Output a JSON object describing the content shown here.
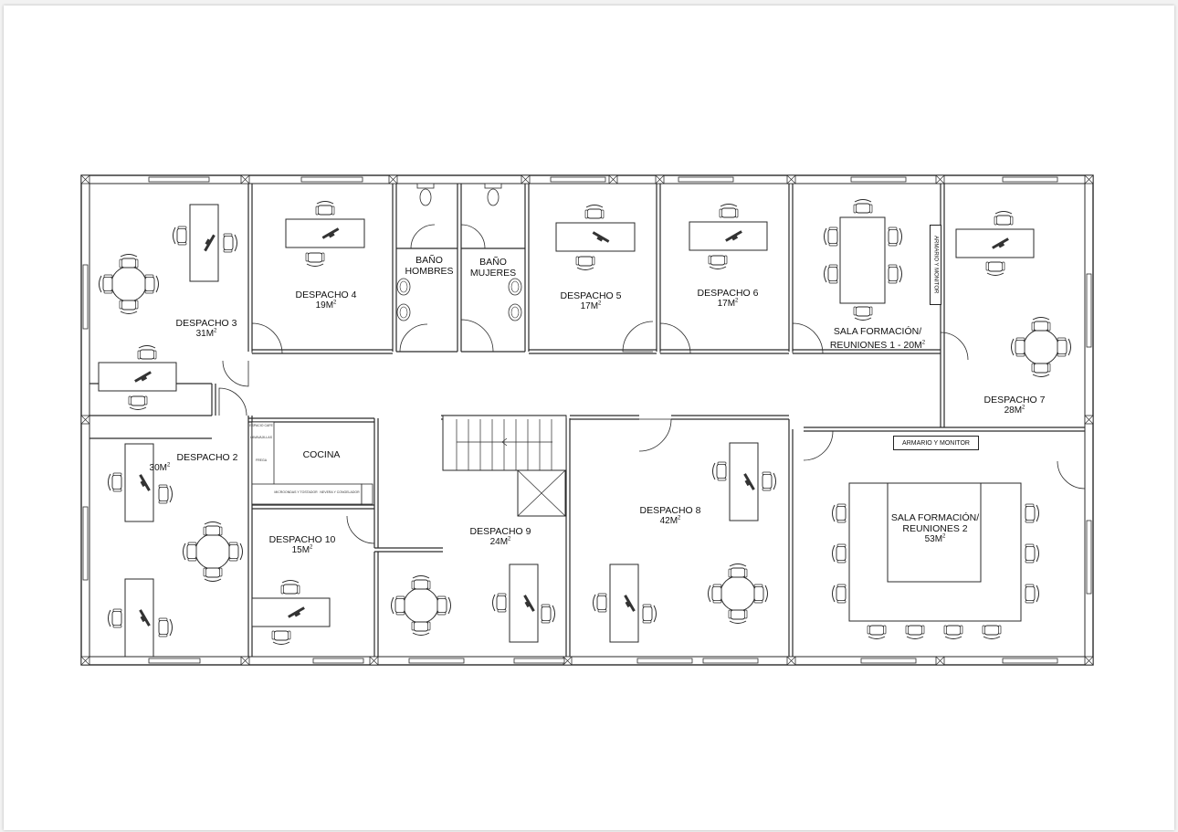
{
  "floor_plan": {
    "rooms": [
      {
        "name": "DESPACHO 3",
        "area": "31M",
        "exp": "2"
      },
      {
        "name": "DESPACHO 4",
        "area": "19M",
        "exp": "2"
      },
      {
        "name": "BAÑO HOMBRES",
        "line1": "BAÑO",
        "line2": "HOMBRES"
      },
      {
        "name": "BAÑO MUJERES",
        "line1": "BAÑO",
        "line2": "MUJERES"
      },
      {
        "name": "DESPACHO 5",
        "area": "17M",
        "exp": "2"
      },
      {
        "name": "DESPACHO 6",
        "area": "17M",
        "exp": "2"
      },
      {
        "name": "SALA FORMACIÓN/",
        "line2": "REUNIONES 1 - 20M",
        "exp": "2"
      },
      {
        "name": "DESPACHO 7",
        "area": "28M",
        "exp": "2"
      },
      {
        "name": "DESPACHO 2",
        "area": "30M",
        "exp": "2"
      },
      {
        "name": "COCINA"
      },
      {
        "name": "DESPACHO 10",
        "area": "15M",
        "exp": "2"
      },
      {
        "name": "DESPACHO 9",
        "area": "24M",
        "exp": "2"
      },
      {
        "name": "DESPACHO 8",
        "area": "42M",
        "exp": "2"
      },
      {
        "name": "SALA FORMACIÓN/",
        "line2": "REUNIONES 2",
        "area": "53M",
        "exp": "2"
      }
    ],
    "labels": {
      "armario_monitor_1": "ARMARIO Y MONITOR",
      "armario_monitor_2": "ARMARIO Y MONITOR",
      "kitchen_small": [
        "ESPACIO CAFE",
        "LAVAVAJILLAS",
        "FREGA",
        "MICROONDAS Y TOSTADOR",
        "NEVERA Y CONGELADOR"
      ]
    }
  }
}
